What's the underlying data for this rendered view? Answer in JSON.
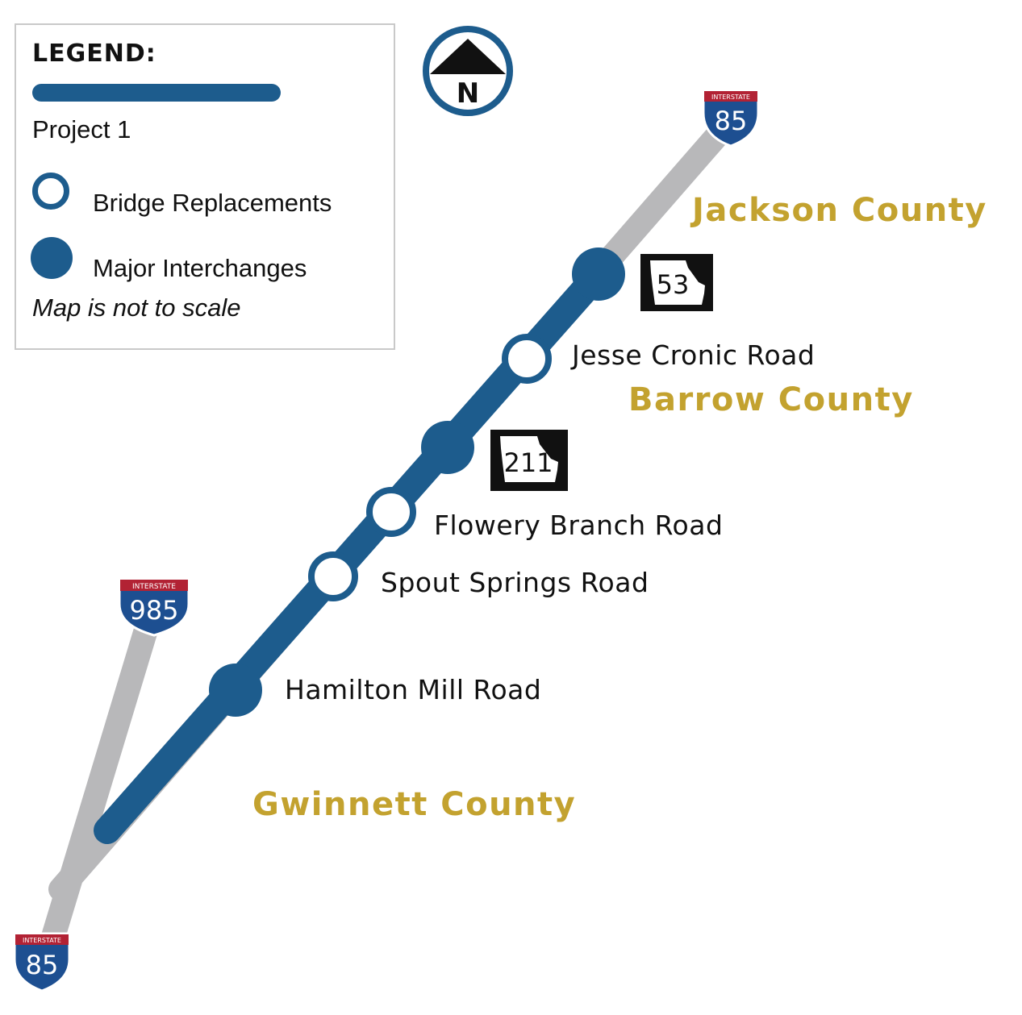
{
  "legend": {
    "title": "LEGEND:",
    "project_label": "Project 1",
    "bridge_label": "Bridge Replacements",
    "interchange_label": "Major Interchanges",
    "note": "Map is not to scale"
  },
  "compass": {
    "label": "N"
  },
  "shields": {
    "interstate_header": "INTERSTATE",
    "i85_top": "85",
    "i985": "985",
    "i85_bottom": "85",
    "sr53": "53",
    "sr211": "211"
  },
  "roads": {
    "jesse_cronic": "Jesse Cronic Road",
    "flowery_branch": "Flowery Branch Road",
    "spout_springs": "Spout Springs Road",
    "hamilton_mill": "Hamilton Mill Road"
  },
  "counties": {
    "jackson": "Jackson County",
    "barrow": "Barrow County",
    "gwinnett": "Gwinnett County"
  },
  "colors": {
    "project_blue": "#1d5c8d",
    "highway_gray": "#b8b8ba",
    "county_gold": "#c3a22f",
    "interstate_blue": "#1d4f91",
    "interstate_red": "#b22234"
  },
  "icons": {
    "compass": "north-arrow-icon",
    "interstate": "interstate-shield-icon",
    "state_route": "georgia-state-route-shield-icon"
  }
}
